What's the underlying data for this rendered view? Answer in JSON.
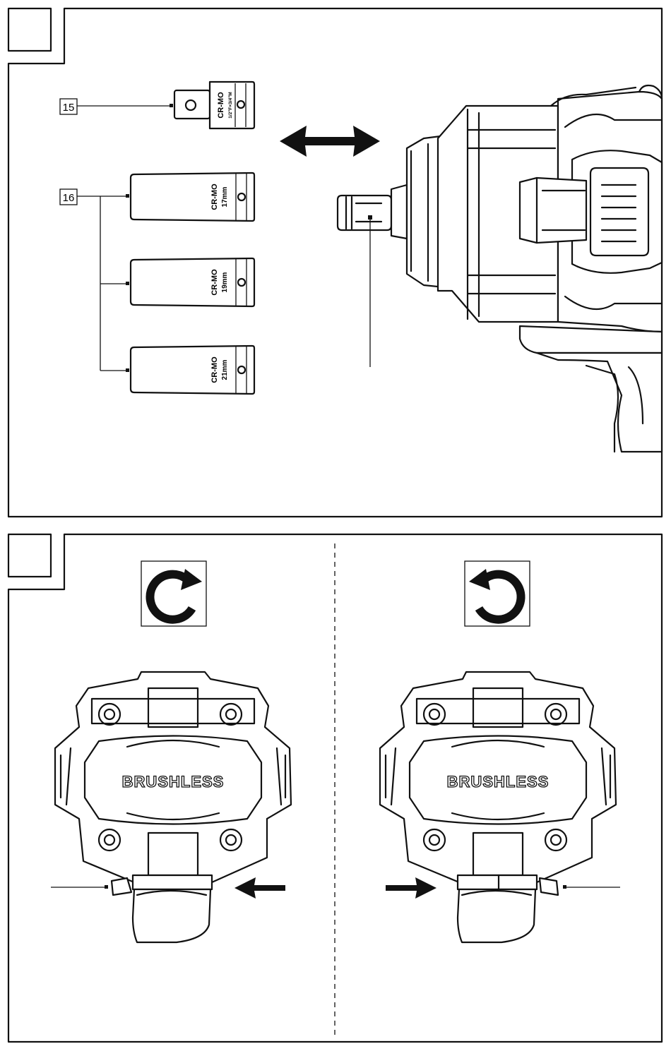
{
  "panel1": {
    "callouts": [
      {
        "number": "15"
      },
      {
        "number": "16"
      }
    ],
    "adapter": {
      "line1": "CR-MO",
      "line2": "1/2\"F×3/4\"M"
    },
    "sockets": [
      {
        "line1": "CR-MO",
        "line2": "17mm"
      },
      {
        "line1": "CR-MO",
        "line2": "19mm"
      },
      {
        "line1": "CR-MO",
        "line2": "21mm"
      }
    ],
    "double_arrow_icon": "double-arrow-icon"
  },
  "panel2": {
    "left": {
      "rotation_icon": "clockwise-arrow-icon",
      "motor_label": "BRUSHLESS"
    },
    "right": {
      "rotation_icon": "counterclockwise-arrow-icon",
      "motor_label": "BRUSHLESS"
    }
  },
  "colors": {
    "ink": "#111111",
    "paper": "#ffffff"
  }
}
